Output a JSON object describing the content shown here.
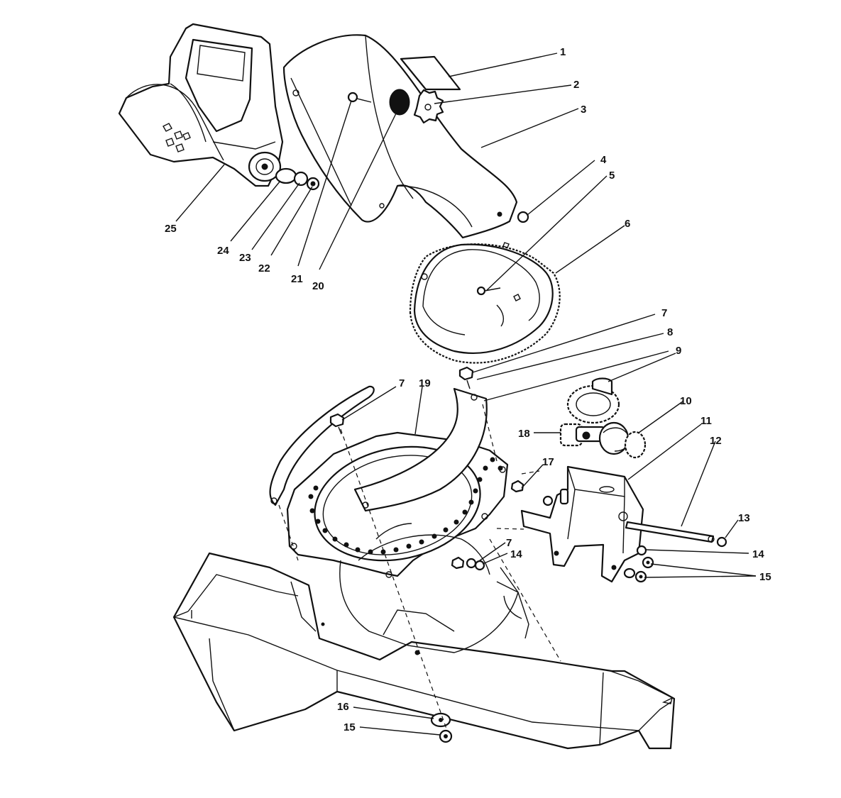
{
  "diagram": {
    "callouts": [
      {
        "id": "c1",
        "text": "1"
      },
      {
        "id": "c2",
        "text": "2"
      },
      {
        "id": "c3",
        "text": "3"
      },
      {
        "id": "c4",
        "text": "4"
      },
      {
        "id": "c5",
        "text": "5"
      },
      {
        "id": "c6",
        "text": "6"
      },
      {
        "id": "c7a",
        "text": "7"
      },
      {
        "id": "c8",
        "text": "8"
      },
      {
        "id": "c9",
        "text": "9"
      },
      {
        "id": "c10",
        "text": "10"
      },
      {
        "id": "c11",
        "text": "11"
      },
      {
        "id": "c12",
        "text": "12"
      },
      {
        "id": "c13",
        "text": "13"
      },
      {
        "id": "c14a",
        "text": "14"
      },
      {
        "id": "c15a",
        "text": "15"
      },
      {
        "id": "c17",
        "text": "17"
      },
      {
        "id": "c18",
        "text": "18"
      },
      {
        "id": "c7b",
        "text": "7"
      },
      {
        "id": "c19",
        "text": "19"
      },
      {
        "id": "c7c",
        "text": "7"
      },
      {
        "id": "c14b",
        "text": "14"
      },
      {
        "id": "c16",
        "text": "16"
      },
      {
        "id": "c15b",
        "text": "15"
      },
      {
        "id": "c20",
        "text": "20"
      },
      {
        "id": "c21",
        "text": "21"
      },
      {
        "id": "c22",
        "text": "22"
      },
      {
        "id": "c23",
        "text": "23"
      },
      {
        "id": "c24",
        "text": "24"
      },
      {
        "id": "c25",
        "text": "25"
      }
    ]
  }
}
